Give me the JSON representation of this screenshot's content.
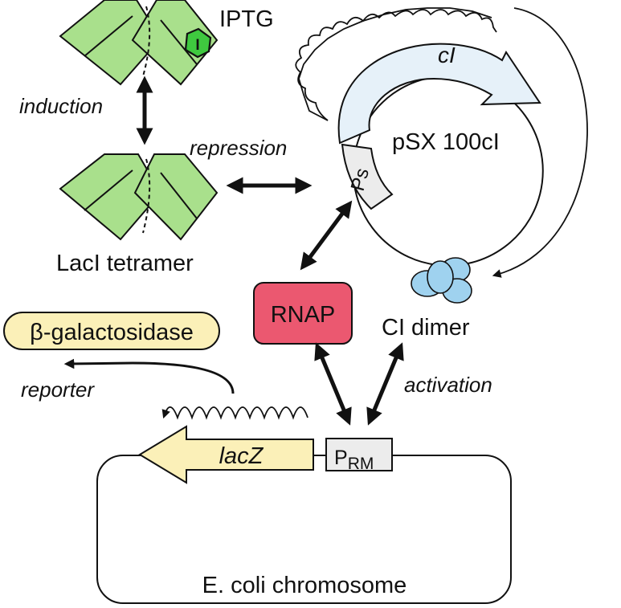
{
  "labels": {
    "iptg": "IPTG",
    "inducer_symbol": "I",
    "induction": "induction",
    "repression": "repression",
    "laci_tetramer": "LacI tetramer",
    "plasmid": "pSX 100cI",
    "ci_gene": "cI",
    "ps_promoter": "Ps",
    "rnap": "RNAP",
    "ci_dimer": "CI dimer",
    "beta_galactosidase": "β-galactosidase",
    "reporter": "reporter",
    "activation": "activation",
    "lacz": "lacZ",
    "prm_p": "P",
    "prm_sub": "RM",
    "chromosome": "E. coli chromosome"
  },
  "colors": {
    "laci_green": "#a9e08c",
    "iptg_green": "#3fc93f",
    "ci_arrow": "#e6f1f9",
    "ci_dimer_blue": "#9fd2ef",
    "rnap_red": "#eb5870",
    "beta_gal_yellow": "#fbf0b8",
    "lacz_yellow": "#fbf0b8",
    "promoter_gray": "#ececec"
  }
}
